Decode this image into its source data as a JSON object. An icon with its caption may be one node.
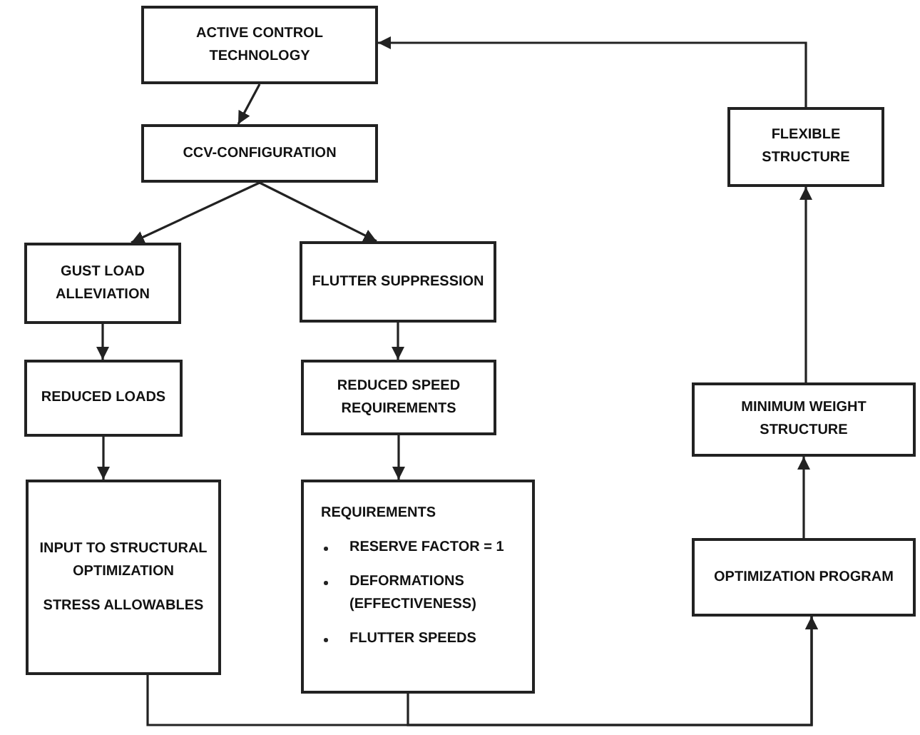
{
  "diagram": {
    "nodes": [
      {
        "text": [
          "ACTIVE CONTROL TECHNOLOGY"
        ]
      },
      {
        "text": [
          "CCV-CONFIGURATION"
        ]
      },
      {
        "text": [
          "GUST LOAD ALLEVIATION"
        ]
      },
      {
        "text": [
          "FLUTTER SUPPRESSION"
        ]
      },
      {
        "text": [
          "REDUCED LOADS"
        ]
      },
      {
        "text": [
          "REDUCED SPEED REQUIREMENTS"
        ]
      },
      {
        "text": [
          "INPUT TO STRUCTURAL OPTIMIZATION",
          "STRESS ALLOWABLES"
        ]
      },
      {
        "text": [
          "REQUIREMENTS",
          "RESERVE FACTOR = 1",
          "DEFORMATIONS (EFFECTIVENESS)",
          "FLUTTER SPEEDS"
        ]
      },
      {
        "text": [
          "FLEXIBLE STRUCTURE"
        ]
      },
      {
        "text": [
          "MINIMUM WEIGHT STRUCTURE"
        ]
      },
      {
        "text": [
          "OPTIMIZATION PROGRAM"
        ]
      }
    ],
    "edges": [
      {
        "from": 0,
        "to": 1,
        "arrow": "to"
      },
      {
        "from": 1,
        "to": 2,
        "arrow": "to"
      },
      {
        "from": 1,
        "to": 3,
        "arrow": "to"
      },
      {
        "from": 2,
        "to": 4,
        "arrow": "to"
      },
      {
        "from": 3,
        "to": 5,
        "arrow": "to"
      },
      {
        "from": 4,
        "to": 6,
        "arrow": "to"
      },
      {
        "from": 5,
        "to": 7,
        "arrow": "to"
      },
      {
        "from": 6,
        "to": 10,
        "arrow": "to"
      },
      {
        "from": 7,
        "to": 10,
        "arrow": "to"
      },
      {
        "from": 10,
        "to": 9,
        "arrow": "to"
      },
      {
        "from": 9,
        "to": 8,
        "arrow": "to"
      },
      {
        "from": 8,
        "to": 0,
        "arrow": "to"
      }
    ]
  }
}
